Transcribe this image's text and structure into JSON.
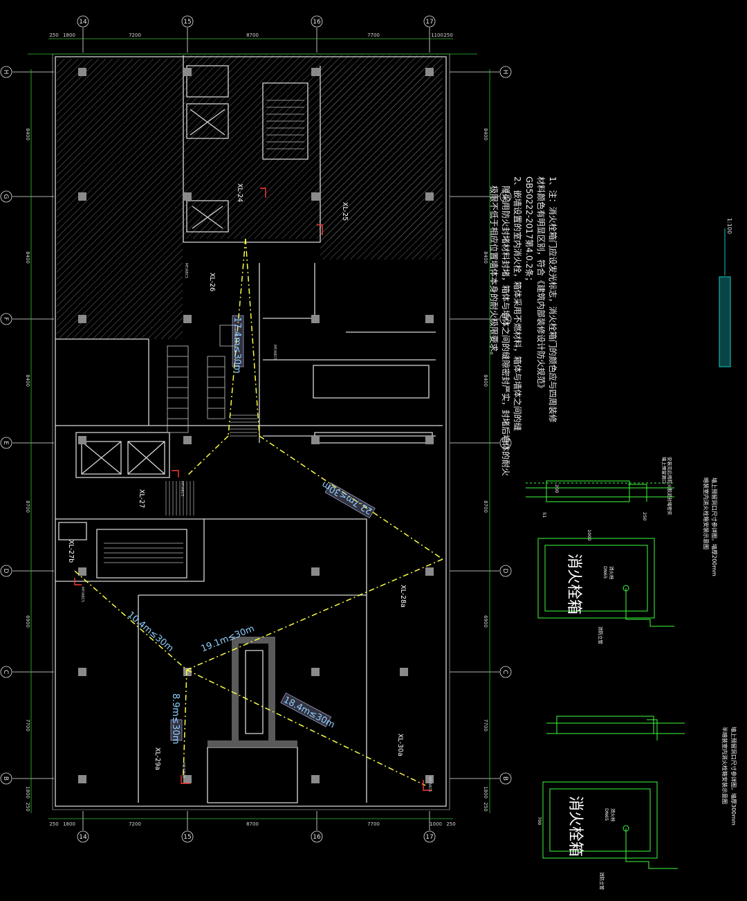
{
  "colors": {
    "background": "#000000",
    "walls": "#d9d9d9",
    "grid": "#ffffff",
    "dims": "#34c234",
    "route": "#ffff44",
    "label_box": "#c8c8ff",
    "hydrant": "#ff3a3a",
    "detail": "#3cff3c",
    "stamp": "#19c6c6"
  },
  "axes": {
    "columns": [
      "14",
      "15",
      "16",
      "17"
    ],
    "rows": [
      "H",
      "G",
      "F",
      "E",
      "D",
      "C",
      "B"
    ]
  },
  "dimensions": {
    "horizontal": [
      "250",
      "1800",
      "7200",
      "8700",
      "7700",
      "1100",
      "250"
    ],
    "horizontal_bottom": [
      "250",
      "1800",
      "7200",
      "8700",
      "7700",
      "1000",
      "250"
    ],
    "vertical_left": [
      "8400",
      "8400",
      "8400",
      "8700",
      "6900",
      "7700",
      "1800",
      "250"
    ],
    "vertical_right": [
      "8400",
      "8400",
      "8400",
      "8700",
      "6900",
      "7700",
      "1800",
      "250"
    ]
  },
  "risers": {
    "xl24": "XL-24",
    "xl25": "XL-25",
    "xl26": "XL-26",
    "xl27": "XL-27",
    "xl27b": "XL-27b",
    "xl28a": "XL-28a",
    "xl29a": "XL-29a",
    "xl30a": "XL-30a"
  },
  "hydrant_code": "MF/ABC5",
  "measurements": {
    "m1": "17.4m≤30m",
    "m2": "22.7m≤30m",
    "m3": "10.4m≤30m",
    "m4": "19.1m≤30m",
    "m5": "18.4m≤30m",
    "m6": "8.9m≤30m"
  },
  "notes": {
    "n1": "1、注：消火栓箱门应设发光标志，消火栓箱门的颜色应与四周装修",
    "n1b": "材料颜色有明显区别，符合《建筑内部装修设计防火规范》",
    "n1c": "GB50222-2017第4.0.2条；",
    "n2": "2、嵌墙设置的室内消火栓，箱体采用不燃材料，箱体与墙体之间的缝",
    "n2b": "隙采用防火封堵材料封堵，箱体与墙体之间的缝隙密封严实，封堵后墙体的耐火",
    "n2c": "极限不低于相应位置墙体本身的耐火极限要求。"
  },
  "detail": {
    "cabinet_text": "消火栓箱",
    "valve": "消火栓",
    "dn": "DN65",
    "riser_label": "消防立管",
    "pipe_label": "消防立管",
    "d1": "1000",
    "d2": "250",
    "d3": "51",
    "d4": "700",
    "d5": "200",
    "caption_a": "墙上预留洞口尺寸参详图，墙厚200mm",
    "caption_a2": "暗装室内消火栓箱安装示意图",
    "caption_b": "墙上预留洞口尺寸参详图，墙厚300mm",
    "caption_b2": "半暗装室内消火栓箱安装示意图",
    "leader1": "墙上预留洞口",
    "leader2": "安装完后用防火胶泥封堵密实"
  },
  "stamp": "1:100"
}
